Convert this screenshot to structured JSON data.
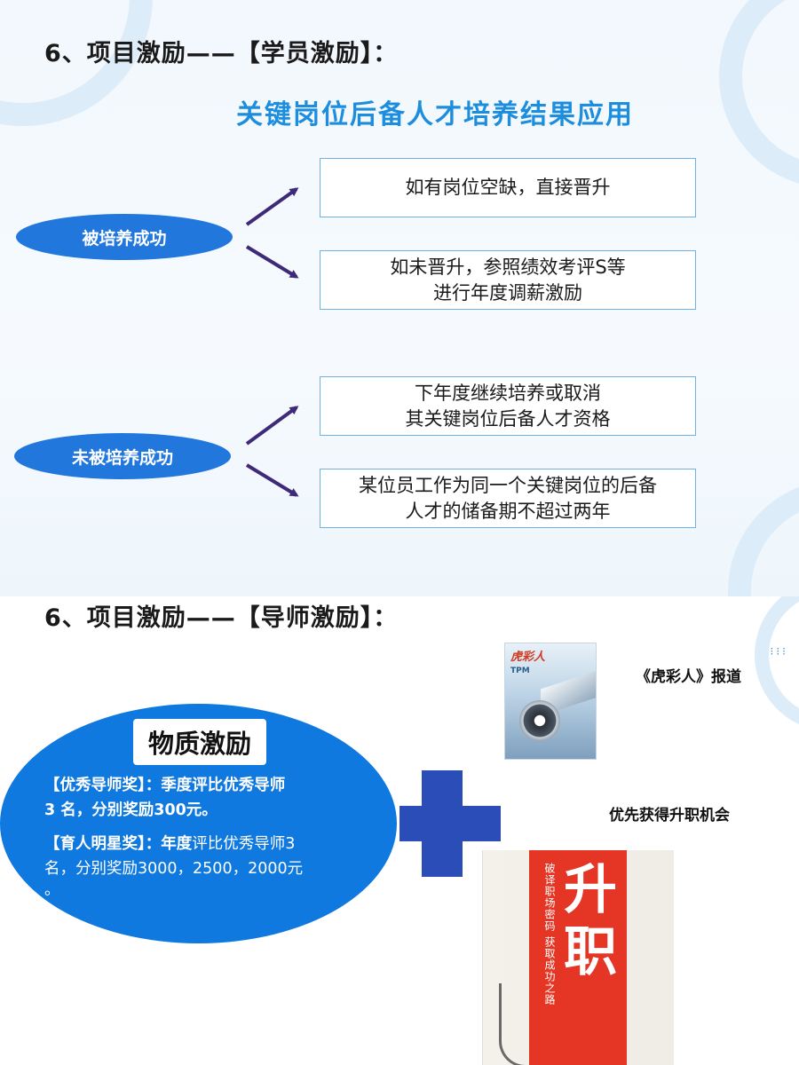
{
  "slide1": {
    "title": "6、项目激励——【学员激励】：",
    "subtitle": "关键岗位后备人才培养结果应用",
    "success": {
      "label": "被培养成功",
      "outcomes": [
        [
          "如有岗位空缺，直接晋升"
        ],
        [
          "如未晋升，参照绩效考评S等",
          "进行年度调薪激励"
        ]
      ]
    },
    "failure": {
      "label": "未被培养成功",
      "outcomes": [
        [
          "下年度继续培养或取消",
          "其关键岗位后备人才资格"
        ],
        [
          "某位员工作为同一个关键岗位的后备",
          "人才的储备期不超过两年"
        ]
      ]
    },
    "colors": {
      "oval": "#2277dd",
      "subtitle": "#1d8ddd",
      "arrow": "#3e2a78",
      "box_border": "#6fb2e2"
    }
  },
  "slide2": {
    "title": "6、项目激励——【导师激励】：",
    "material": {
      "tag": "物质激励",
      "award1_name": "【优秀导师奖】：",
      "award1_line1": "季度评比优秀导师",
      "award1_line2": "3 名，分别奖励300元。",
      "award2_name": "【育人明星奖】：",
      "award2_bold": "年度",
      "award2_line1": "评比优秀导师3",
      "award2_line2": "名，分别奖励3000，2500，2000元",
      "award2_line3": "。"
    },
    "magazine_caption": "《虎彩人》报道",
    "magazine_cover": {
      "title": "虎彩人",
      "sub": "TPM"
    },
    "promotion_caption": "优先获得升职机会",
    "book_cover": {
      "title": "升职",
      "side": "破译职场密码 获取成功之路"
    },
    "colors": {
      "oval": "#0f79df",
      "plus": "#2b4db8"
    }
  }
}
